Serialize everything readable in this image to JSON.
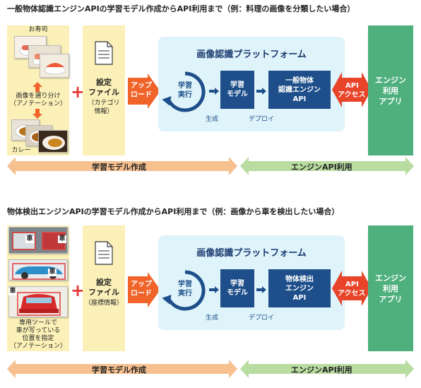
{
  "sections": [
    {
      "title": "一般物体認識エンジンAPIの学習モデル作成からAPI利用まで（例：料理の画像を分類したい場合）",
      "top_label": "お寿司",
      "annotation": [
        "画像を選り分け",
        "（アノテーション）"
      ],
      "bottom_label": "カレー",
      "settings_title": [
        "設定",
        "ファイル"
      ],
      "settings_sub": [
        "（カテゴリ",
        "情報）"
      ],
      "upload": [
        "アップ",
        "ロード"
      ],
      "platform_title": "画像認識プラットフォーム",
      "learning": [
        "学習",
        "実行"
      ],
      "model": [
        "学習",
        "モデル"
      ],
      "engine": [
        "一般物体",
        "認識エンジン",
        "API"
      ],
      "generate": "生成",
      "deploy": "デプロイ",
      "api_access": [
        "API",
        "アクセス"
      ],
      "app": [
        "エンジン",
        "利用",
        "アプリ"
      ],
      "band_left": "学習モデル作成",
      "band_right": "エンジンAPI利用"
    },
    {
      "title": "物体検出エンジンAPIの学習モデル作成からAPI利用まで（例：画像から車を検出したい場合）",
      "car_tag": "車",
      "annotation": [
        "専用ツールで",
        "車が写っている",
        "位置を指定",
        "（アノテーション）"
      ],
      "settings_title": [
        "設定",
        "ファイル"
      ],
      "settings_sub": [
        "（座標情報）"
      ],
      "upload": [
        "アップ",
        "ロード"
      ],
      "platform_title": "画像認識プラットフォーム",
      "learning": [
        "学習",
        "実行"
      ],
      "model": [
        "学習",
        "モデル"
      ],
      "engine": [
        "物体検出",
        "エンジン",
        "API"
      ],
      "generate": "生成",
      "deploy": "デプロイ",
      "api_access": [
        "API",
        "アクセス"
      ],
      "app": [
        "エンジン",
        "利用",
        "アプリ"
      ],
      "band_left": "学習モデル作成",
      "band_right": "エンジンAPI利用"
    }
  ],
  "colors": {
    "yellow": "#fbf1b8",
    "orange": "#f0642a",
    "light_blue": "#dff3fa",
    "navy": "#1e4f8a",
    "green": "#4fb07e",
    "band_orange": "#f6c08f",
    "band_green": "#b9dca0",
    "red_plus": "#e53935"
  }
}
